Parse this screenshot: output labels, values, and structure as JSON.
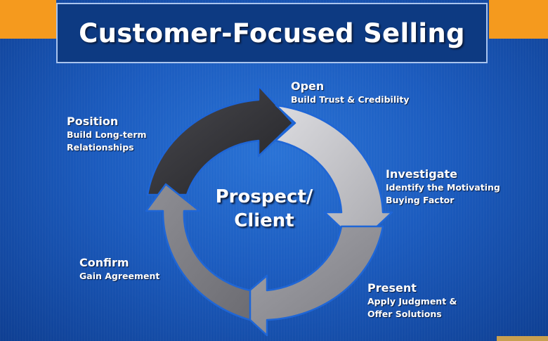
{
  "title": "Customer-Focused Selling",
  "center": {
    "line1": "Prospect/",
    "line2": "Client"
  },
  "stages": [
    {
      "id": "open",
      "name": "Open",
      "desc": [
        "Build Trust & Credibility"
      ]
    },
    {
      "id": "investigate",
      "name": "Investigate",
      "desc": [
        "Identify the Motivating",
        "Buying Factor"
      ]
    },
    {
      "id": "present",
      "name": "Present",
      "desc": [
        "Apply Judgment &",
        "Offer Solutions"
      ]
    },
    {
      "id": "confirm",
      "name": "Confirm",
      "desc": [
        "Gain Agreement"
      ]
    },
    {
      "id": "position",
      "name": "Position",
      "desc": [
        "Build Long-term",
        "Relationships"
      ]
    }
  ],
  "colors": {
    "background": "#1c5cbf",
    "accent_orange": "#f59a1e",
    "title_box": "#0d3a82",
    "arrow_dark": "#2f2f33",
    "arrow_light": "#c4c4c8",
    "arrow_mid": "#8c8c92",
    "arrow_outline": "#1f66d6"
  }
}
